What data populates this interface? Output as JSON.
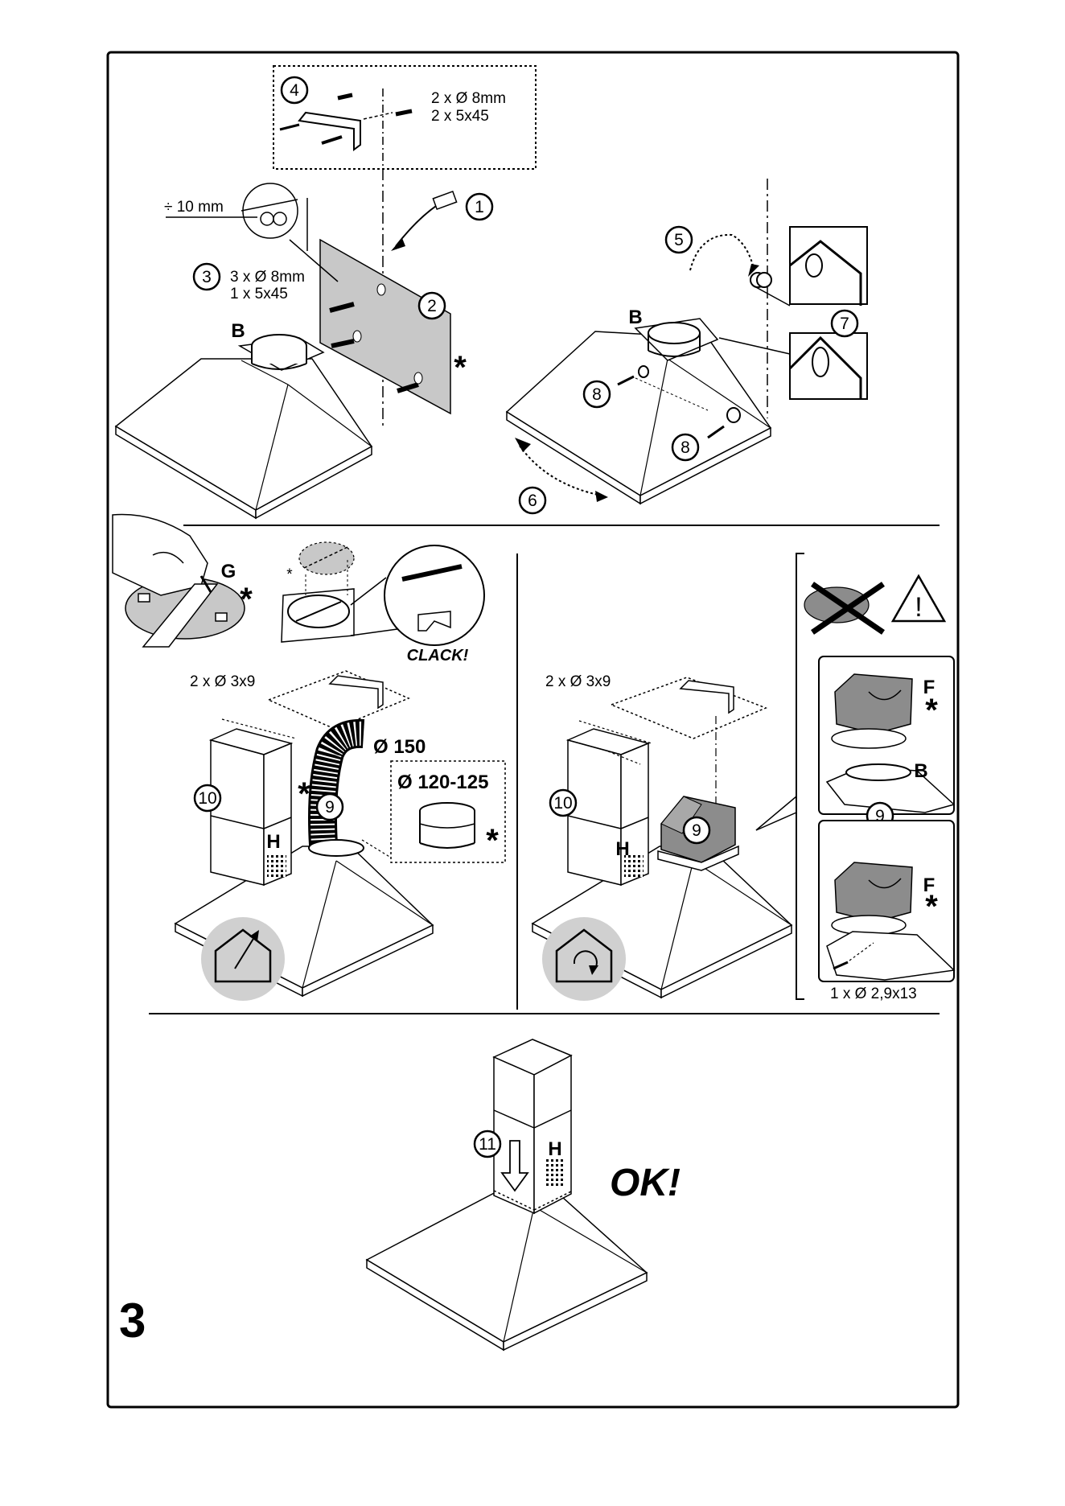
{
  "page": {
    "number": "3"
  },
  "steps": {
    "s1": "1",
    "s2": "2",
    "s3": "3",
    "s4": "4",
    "s5": "5",
    "s6": "6",
    "s7": "7",
    "s8a": "8",
    "s8b": "8",
    "s9a": "9",
    "s9b": "9",
    "s9c": "9",
    "s10a": "10",
    "s10b": "10",
    "s11": "11"
  },
  "labels": {
    "step4_line1": "2 x Ø 8mm",
    "step4_line2": "2 x 5x45",
    "clearance": "÷ 10 mm",
    "step3_line1": "3 x Ø 8mm",
    "step3_line2": "1 x 5x45",
    "hood_b_left": "B",
    "hood_b_right": "B",
    "filter_b": "B",
    "g_label": "G",
    "clack": "CLACK!",
    "screws_left": "2 x Ø 3x9",
    "screws_right": "2 x Ø 3x9",
    "duct_150": "Ø 150",
    "duct_120": "Ø 120-125",
    "h_left": "H",
    "h_right": "H",
    "h_bottom": "H",
    "f_top": "F",
    "f_bottom": "F",
    "filter_screw": "1 x Ø 2,9x13",
    "ok": "OK!",
    "asterisk": "*",
    "warning_mark": "!"
  },
  "icons": {
    "exhaust_mode": "house-exhaust-arrow-icon",
    "recirculation_mode": "house-recirculation-icon",
    "warning": "warning-triangle-icon"
  },
  "colors": {
    "line": "#000000",
    "panel_grey": "#c8c8c8",
    "filter_grey": "#8c8c8c",
    "mode_circle": "#d0d0d0"
  }
}
